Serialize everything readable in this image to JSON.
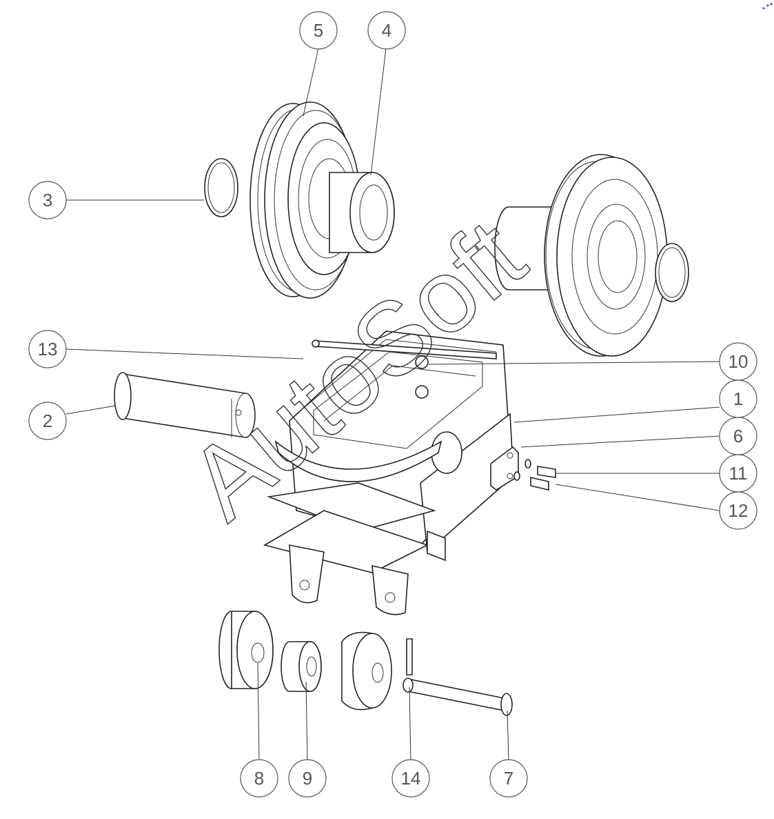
{
  "watermark": "AutoSoft",
  "callouts": [
    "5",
    "4",
    "3",
    "13",
    "10",
    "2",
    "1",
    "6",
    "11",
    "12",
    "8",
    "9",
    "14",
    "7"
  ]
}
